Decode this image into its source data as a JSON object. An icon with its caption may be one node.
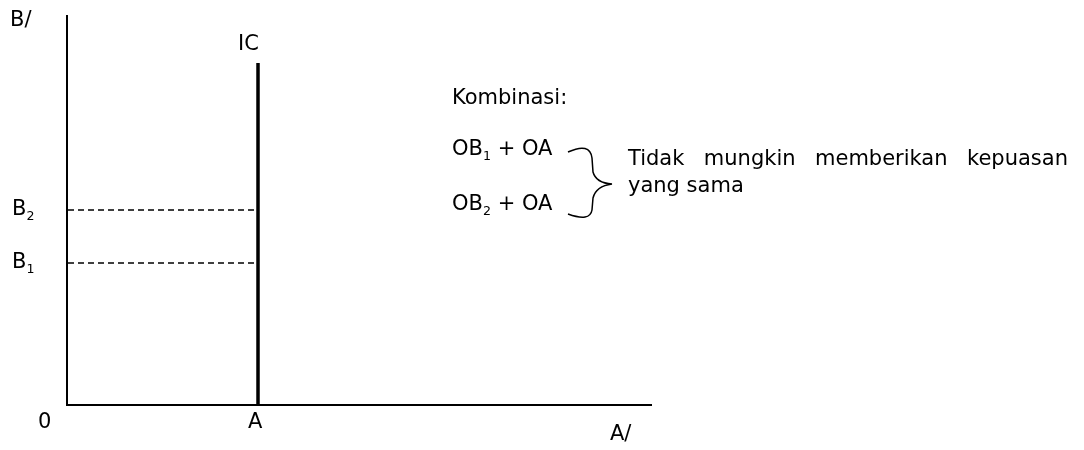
{
  "diagram": {
    "labels": [
      "B/",
      "IC",
      "Kombinasi:",
      "OB$_{1}$ + OA",
      "Tidak mungkin memberikan kepuasan yang sama",
      "OB$_{2}$ + OA",
      "B$_{2}$",
      "B$_{1}$",
      "0",
      "A",
      "A/"
    ]
  }
}
